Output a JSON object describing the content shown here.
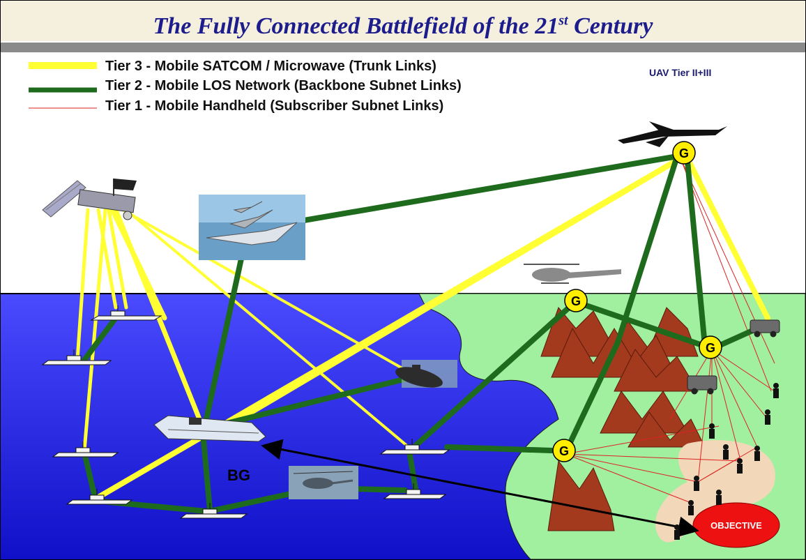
{
  "title": {
    "main": "The Fully Connected Battlefield of the 21",
    "superscript": "st",
    "suffix": " Century"
  },
  "legend": {
    "tier3": {
      "label": "Tier 3 - Mobile SATCOM / Microwave (Trunk Links)",
      "color": "#ffff33"
    },
    "tier2": {
      "label": "Tier 2 - Mobile LOS Network (Backbone Subnet Links)",
      "color": "#1e6b1e"
    },
    "tier1": {
      "label": "Tier 1 - Mobile Handheld (Subscriber Subnet Links)",
      "color": "#dd2222"
    }
  },
  "uav_label": "UAV Tier II+III",
  "gateway_label": "G",
  "battle_group_label": "BG",
  "objective_label": "OBJECTIVE",
  "colors": {
    "sea": "#2a2ae0",
    "land": "#a0f0a0",
    "mountain": "#a33a1e",
    "gateway": "#ffee00",
    "objective": "#ee1111",
    "troop_area": "#f2d8b8"
  },
  "icons": [
    "satellite-icon",
    "jet-formation-icon",
    "uav-icon",
    "helicopter-icon",
    "ship-icon",
    "carrier-icon",
    "submarine-icon",
    "humvee-icon",
    "soldier-icon"
  ]
}
